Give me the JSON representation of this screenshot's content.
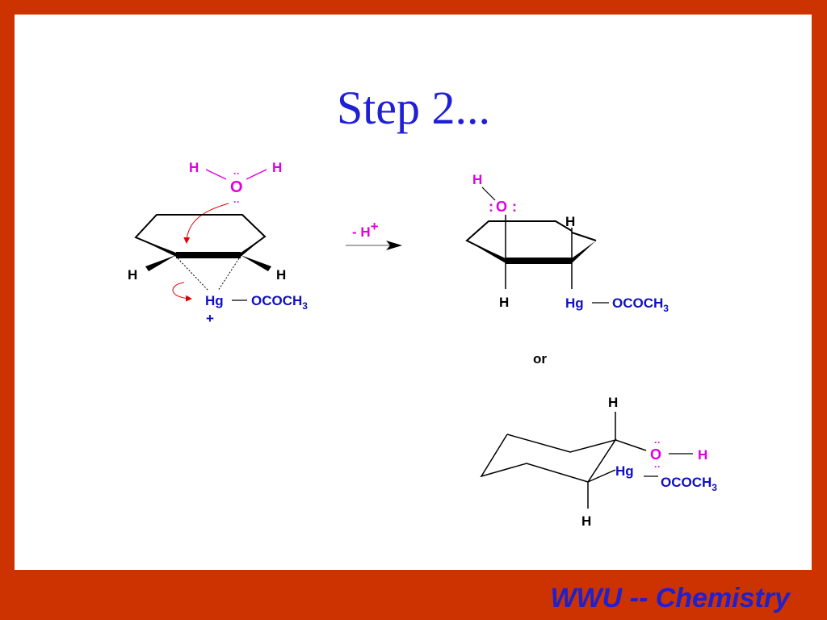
{
  "slide": {
    "title": "Step 2...",
    "footer": "WWU -- Chemistry"
  },
  "colors": {
    "frame": "#cc3300",
    "title": "#1f1fd6",
    "oxygen": "#e000e0",
    "mercury": "#1010c0",
    "arrow_curved": "#e00000"
  },
  "reactant": {
    "water_h_left": "H",
    "water_o": "O",
    "water_h_right": "H",
    "lone_pair_top": "··",
    "lone_pair_bottom": "··",
    "ring_h_left": "H",
    "ring_h_right": "H",
    "hg": "Hg",
    "acetate": "OCOCH",
    "acetate_sub": "3",
    "charge": "+"
  },
  "reaction": {
    "loss_label": "- H",
    "loss_charge": "+"
  },
  "product_1": {
    "oh_h": "H",
    "o_left_pair": ":",
    "o": "O",
    "o_right_pair": ":",
    "h_top_right": "H",
    "h_bottom": "H",
    "hg": "Hg",
    "acetate": "OCOCH",
    "acetate_sub": "3"
  },
  "or_label": "or",
  "product_2": {
    "h_top": "H",
    "o_pair": "··",
    "o": "O",
    "o_pair_below": "··",
    "oh_h": "H",
    "hg": "Hg",
    "acetate": "OCOCH",
    "acetate_sub": "3",
    "h_bottom": "H"
  }
}
